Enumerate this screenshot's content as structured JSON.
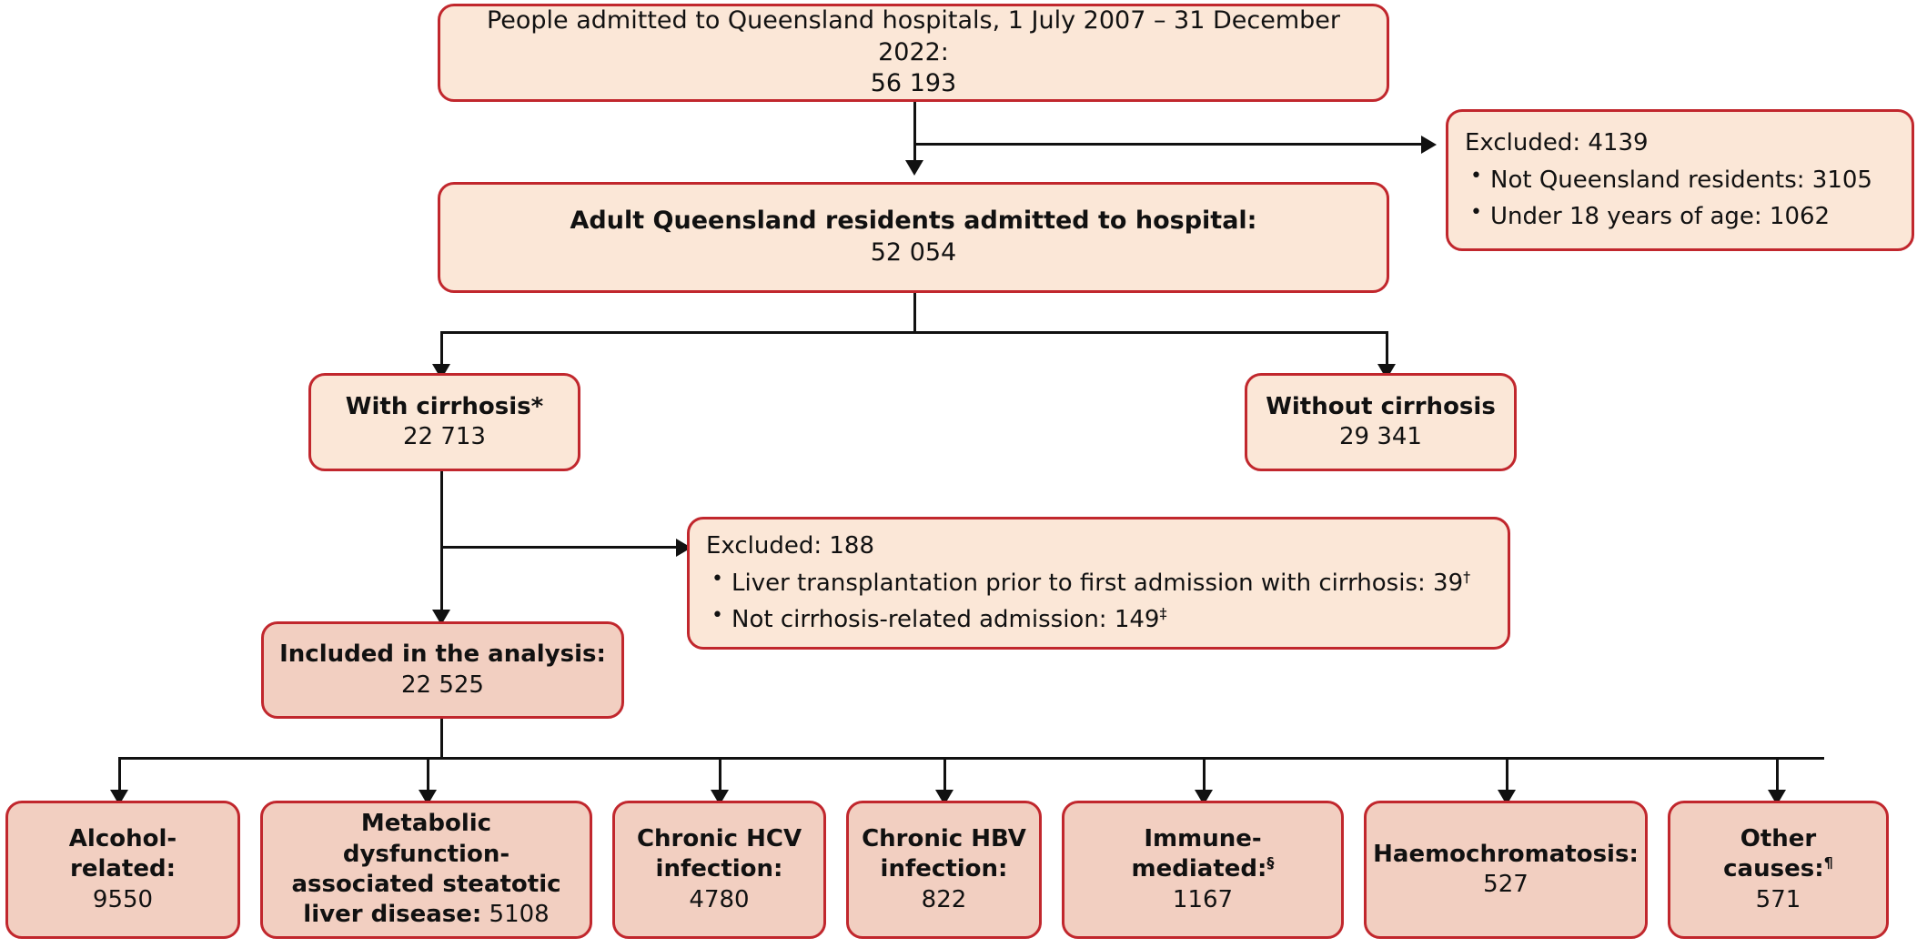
{
  "diagram": {
    "title_node": {
      "title": "People admitted to Queensland hospitals, 1 July 2007 – 31 December 2022:",
      "value": "56 193"
    },
    "adult_node": {
      "title": "Adult Queensland residents admitted to hospital:",
      "value": "52 054"
    },
    "excluded_top": {
      "head": "Excluded: 4139",
      "items": [
        "Not Queensland residents: 3105",
        "Under 18 years of age: 1062"
      ]
    },
    "with_cirrhosis": {
      "title": "With cirrhosis*",
      "value": "22 713"
    },
    "without_cirrhosis": {
      "title": "Without cirrhosis",
      "value": "29 341"
    },
    "excluded_mid": {
      "head": "Excluded: 188",
      "item1_text": "Liver transplantation prior to first admission with cirrhosis: 39",
      "item1_sup": "†",
      "item2_text": "Not cirrhosis-related admission: 149",
      "item2_sup": "‡"
    },
    "included": {
      "title": "Included in the analysis:",
      "value": "22 525"
    },
    "causes": [
      {
        "title": "Alcohol-related:",
        "sup": "",
        "value": "9550"
      },
      {
        "title": "Metabolic dysfunction-associated steatotic liver disease:",
        "sup": "",
        "value": "5108",
        "inline": true
      },
      {
        "title": "Chronic HCV infection:",
        "sup": "",
        "value": "4780"
      },
      {
        "title": "Chronic HBV infection:",
        "sup": "",
        "value": "822"
      },
      {
        "title": "Immune-mediated:",
        "sup": "§",
        "value": "1167"
      },
      {
        "title": "Haemochromatosis:",
        "sup": "",
        "value": "527"
      },
      {
        "title": "Other causes:",
        "sup": "¶",
        "value": "571"
      }
    ]
  },
  "colors": {
    "border": "#c1272d",
    "fill_light": "#fbe7d7",
    "fill_dark": "#f2cfc1",
    "line": "#111111"
  }
}
